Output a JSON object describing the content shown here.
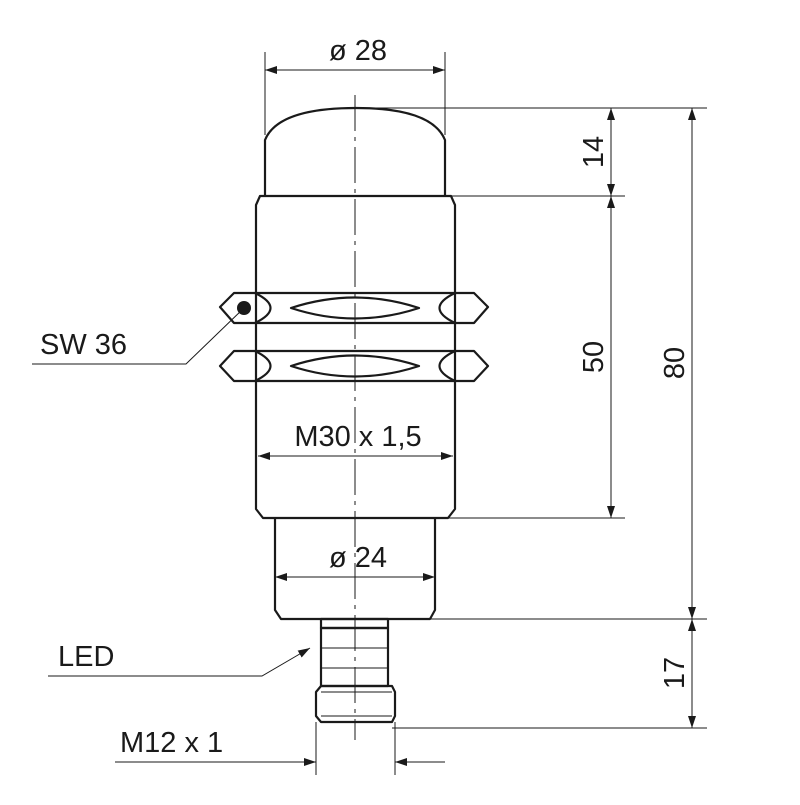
{
  "dimensions": {
    "dia_top": "ø  28",
    "thread": "M30 x 1,5",
    "dia_bottom": "ø  24",
    "len_cap": "14",
    "len_thread": "50",
    "len_total": "80",
    "len_connector": "17"
  },
  "labels": {
    "wrench": "SW 36",
    "led": "LED",
    "connector": "M12 x 1"
  },
  "colors": {
    "line": "#1a1a1a",
    "background": "#ffffff"
  }
}
